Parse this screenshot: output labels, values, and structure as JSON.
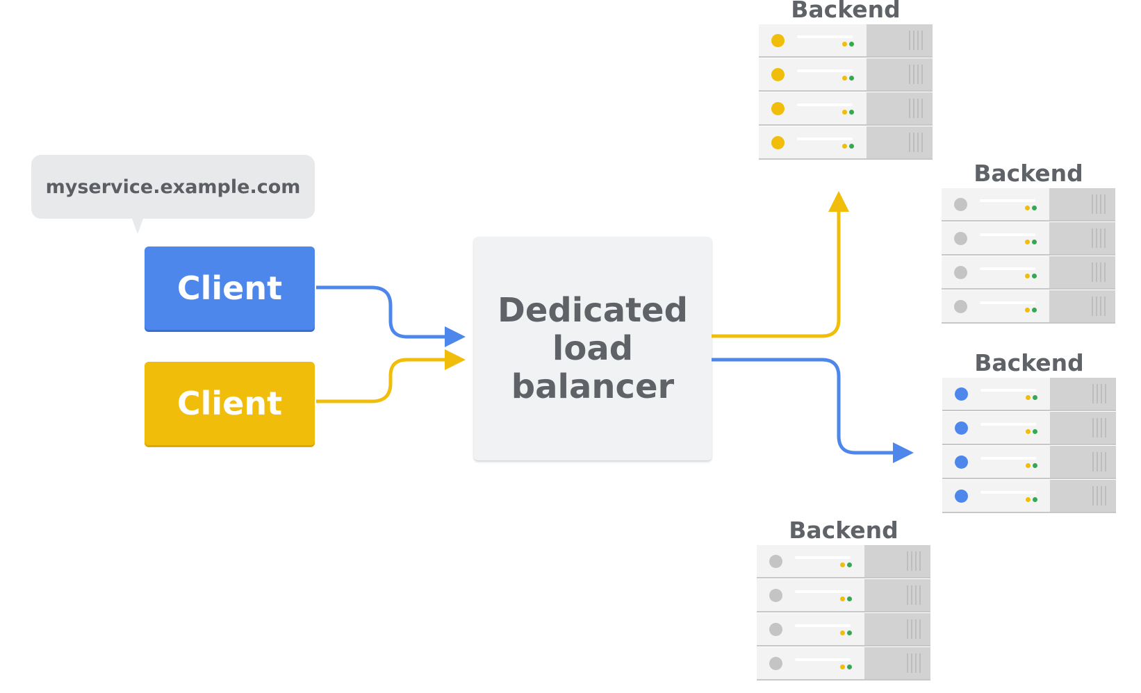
{
  "bubble": {
    "text": "myservice.example.com"
  },
  "clients": [
    {
      "label": "Client",
      "color": "#4e87eb"
    },
    {
      "label": "Client",
      "color": "#f0bd0b"
    }
  ],
  "load_balancer": {
    "label": "Dedicated\nload\nbalancer"
  },
  "backends": [
    {
      "title": "Backend",
      "led_color": "#f0bd0b"
    },
    {
      "title": "Backend",
      "led_color": "#c4c4c4"
    },
    {
      "title": "Backend",
      "led_color": "#4e87eb"
    },
    {
      "title": "Backend",
      "led_color": "#c4c4c4"
    }
  ],
  "colors": {
    "blue": "#4e87eb",
    "yellow": "#f0bd0b",
    "green": "#34a853"
  }
}
